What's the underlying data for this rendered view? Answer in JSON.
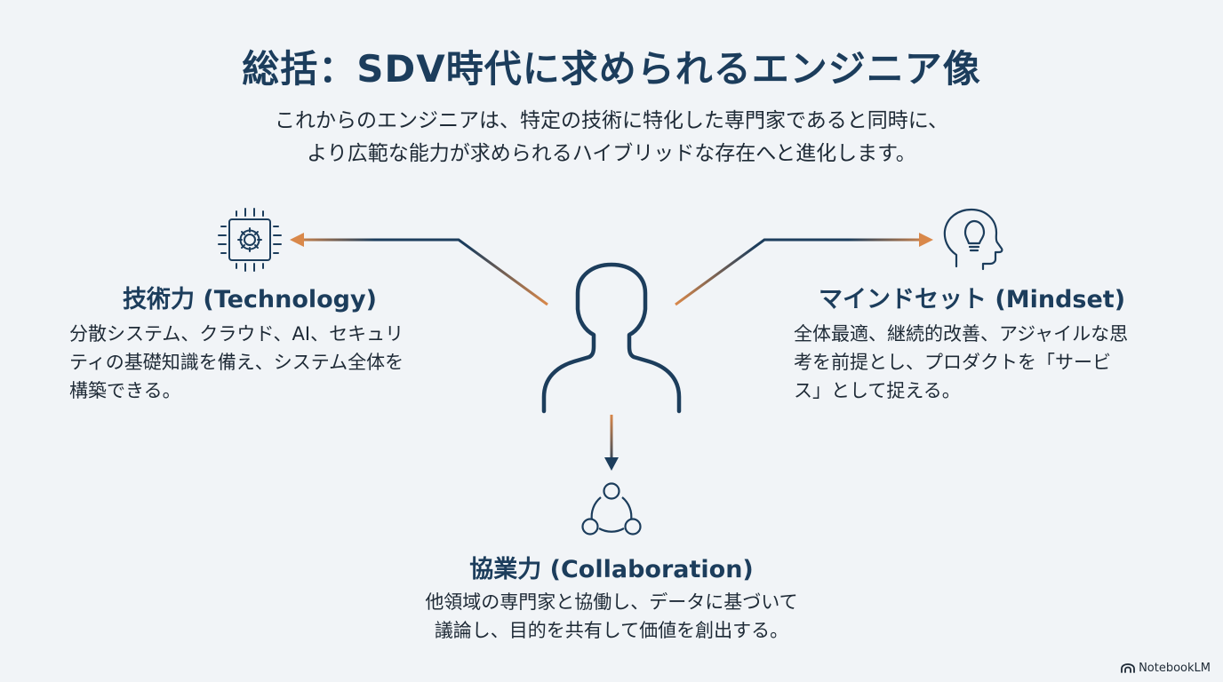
{
  "title": "総括：SDV時代に求められるエンジニア像",
  "subtitle": {
    "line1": "これからのエンジニアは、特定の技術に特化した専門家であると同時に、",
    "line2": "より広範な能力が求められるハイブリッドな存在へと進化します。"
  },
  "technology": {
    "title": "技術力 (Technology)",
    "body": [
      "分散システム、クラウド、AI、セキュリ",
      "ティの基礎知識を備え、システム全体を",
      "構築できる。"
    ],
    "icon": "gear-chip-icon"
  },
  "mindset": {
    "title": "マインドセット (Mindset)",
    "body": [
      "全体最適、継続的改善、アジャイルな思",
      "考を前提とし、プロダクトを「サービ",
      "ス」として捉える。"
    ],
    "icon": "head-lightbulb-icon"
  },
  "collaboration": {
    "title": "協業力 (Collaboration)",
    "body": [
      "他領域の専門家と協働し、データに基づいて",
      "議論し、目的を共有して価値を創出する。"
    ],
    "icon": "network-circle-icon"
  },
  "center": {
    "icon": "person-silhouette-icon"
  },
  "brand": {
    "label": "NotebookLM",
    "icon": "notebooklm-logo-icon"
  },
  "colors": {
    "navy": "#1c3d5c",
    "orange": "#d9884a",
    "background": "#f1f4f7"
  }
}
